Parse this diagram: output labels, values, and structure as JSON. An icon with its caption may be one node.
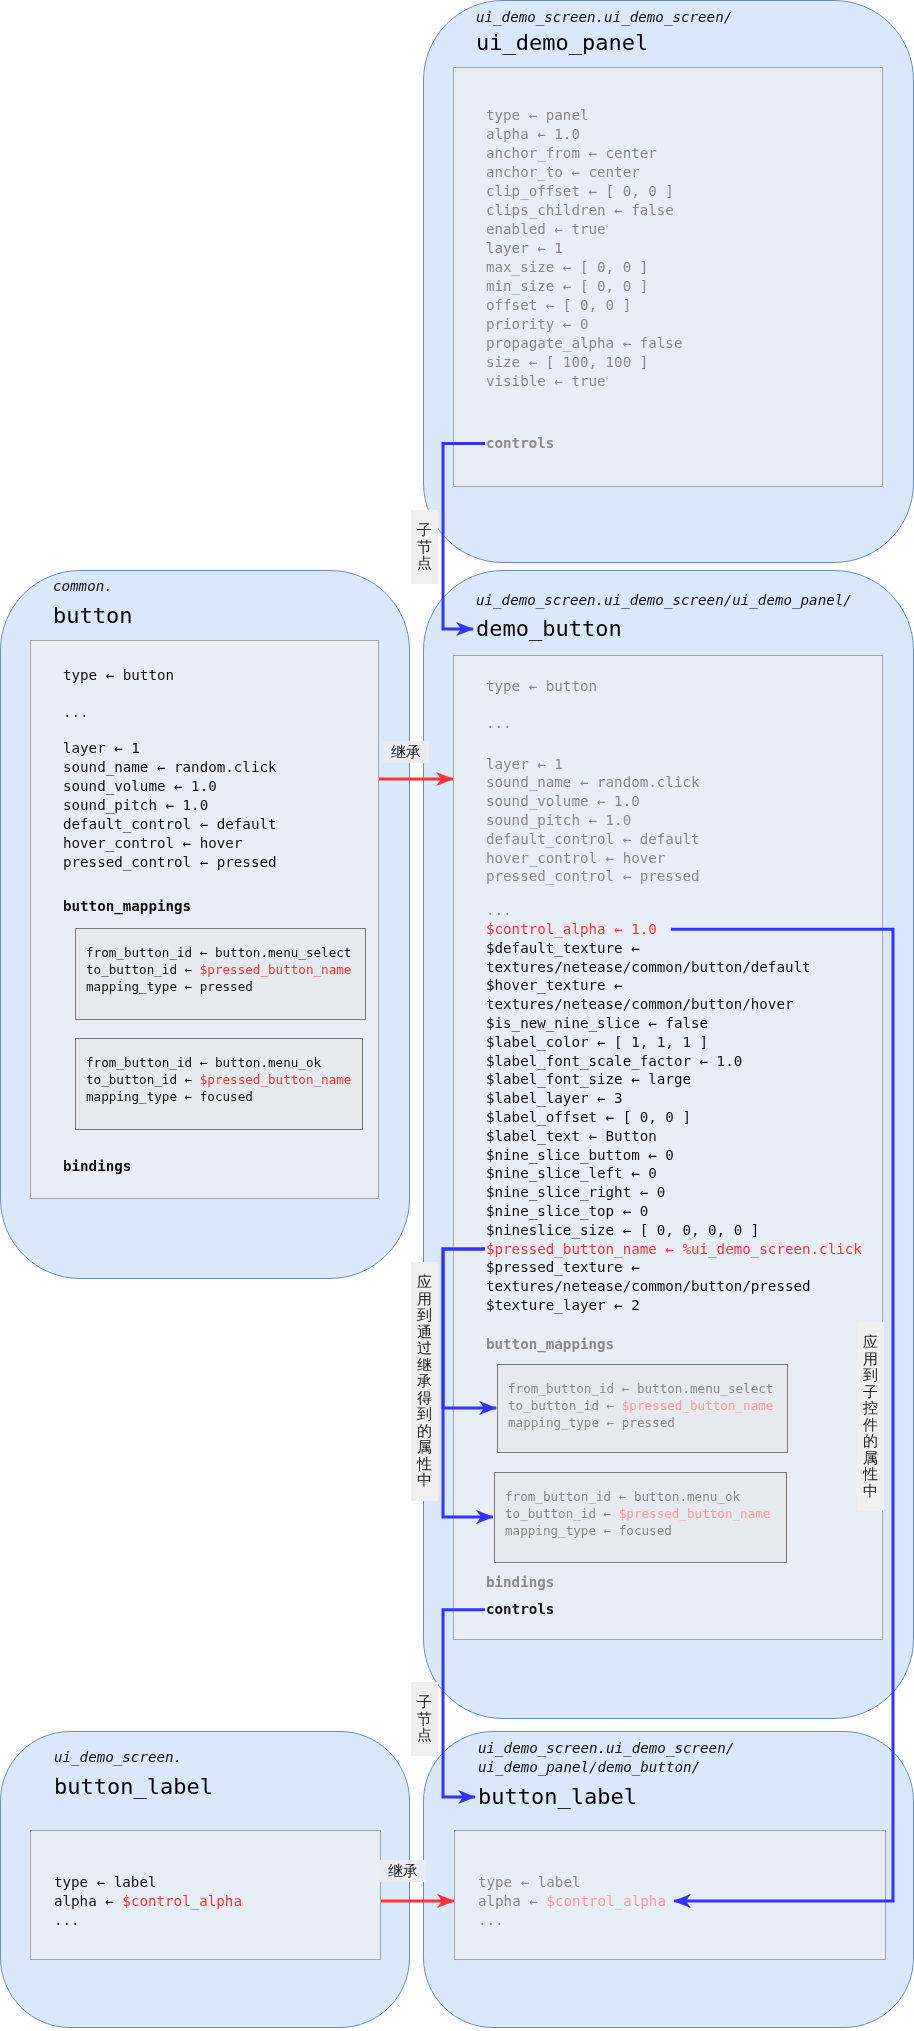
{
  "diagram": {
    "nodes": [
      {
        "text": [
          "ui_demo_screen.ui_demo_screen/",
          "ui_demo_panel"
        ]
      },
      {
        "text": [
          "type ← panel",
          "alpha ← 1.0",
          "anchor_from ← center",
          "anchor_to ← center",
          "clip_offset ← [ 0, 0 ]",
          "clips_children ← false",
          "enabled ← true",
          "layer ← 1",
          "max_size ← [ 0, 0 ]",
          "min_size ← [ 0, 0 ]",
          "offset ← [ 0, 0 ]",
          "priority ← 0",
          "propagate_alpha ← false",
          "size ← [ 100, 100 ]",
          "visible ← true"
        ],
        "in": 0
      },
      {
        "text": [
          "controls"
        ],
        "in": 1
      },
      {
        "text": [
          "common.",
          "button"
        ]
      },
      {
        "text": [
          "type ← button",
          "...",
          "layer ← 1",
          "sound_name ← random.click",
          "sound_volume ← 1.0",
          "sound_pitch ← 1.0",
          "default_control ← default",
          "hover_control ← hover",
          "pressed_control ← pressed",
          "button_mappings",
          "bindings"
        ],
        "in": 3
      },
      {
        "text": [
          "from_button_id ← button.menu_select",
          "to_button_id ←",
          "$pressed_button_name",
          "mapping_type ← pressed"
        ],
        "in": 4
      },
      {
        "text": [
          "from_button_id ← button.menu_ok",
          "to_button_id ←",
          "$pressed_button_name",
          "mapping_type ← focused"
        ],
        "in": 4
      },
      {
        "text": [
          "ui_demo_screen.ui_demo_screen/ui_demo_panel/",
          "demo_button"
        ]
      },
      {
        "text": [
          "type ← button",
          "...",
          "layer ← 1",
          "sound_name ← random.click",
          "sound_volume ← 1.0",
          "sound_pitch ← 1.0",
          "default_control ← default",
          "hover_control ← hover",
          "pressed_control ← pressed",
          "...",
          "$default_texture ← textures/netease/common/button/default",
          "$hover_texture ← textures/netease/common/button/hover",
          "$is_new_nine_slice ← false",
          "$label_color ← [ 1, 1, 1 ]",
          "$label_font_scale_factor ← 1.0",
          "$label_font_size ← large",
          "$label_layer ← 3",
          "$label_offset ← [ 0, 0 ]",
          "$label_text ← Button",
          "$nine_slice_buttom ← 0",
          "$nine_slice_left ← 0",
          "$nine_slice_right ← 0",
          "$nine_slice_top ← 0",
          "$nineslice_size ← [ 0, 0, 0, 0 ]",
          "$pressed_texture ← textures/netease/common/button/pressed",
          "$texture_layer ← 2",
          "button_mappings",
          "bindings"
        ],
        "in": 7
      },
      {
        "text": [
          "$control_alpha ← 1.0"
        ],
        "in": 8
      },
      {
        "text": [
          "$pressed_button_name ← %ui_demo_screen.click"
        ],
        "in": 8
      },
      {
        "text": [
          "from_button_id ← button.menu_select",
          "to_button_id ←",
          "$pressed_button_name",
          "mapping_type ← pressed"
        ],
        "in": 8
      },
      {
        "text": [
          "from_button_id ← button.menu_ok",
          "to_button_id ←",
          "$pressed_button_name",
          "mapping_type ← focused"
        ],
        "in": 8
      },
      {
        "text": [
          "controls"
        ],
        "in": 8
      },
      {
        "text": [
          "ui_demo_screen.",
          "button_label"
        ]
      },
      {
        "text": [
          "type ← label",
          "alpha ←",
          "$control_alpha",
          "..."
        ],
        "in": 14
      },
      {
        "text": [
          "ui_demo_screen.ui_demo_screen/ ui_demo_panel/demo_button/",
          "button_label"
        ]
      },
      {
        "text": [
          "type ← label",
          "alpha ←",
          "$control_alpha",
          "..."
        ],
        "in": 16
      }
    ],
    "edges": [
      {
        "from": 2,
        "to": 7,
        "arrow": "to",
        "label": "子节点"
      },
      {
        "from": 4,
        "to": 8,
        "arrow": "to",
        "label": "继承",
        "color": "#ff3333"
      },
      {
        "from": 10,
        "to": 11,
        "arrow": "to",
        "label": "应用到通过继承得到的属性中"
      },
      {
        "from": 10,
        "to": 12,
        "arrow": "to"
      },
      {
        "from": 9,
        "to": 17,
        "arrow": "to",
        "label": "应用到子控件的属性中"
      },
      {
        "from": 13,
        "to": 16,
        "arrow": "to",
        "label": "子节点"
      },
      {
        "from": 15,
        "to": 17,
        "arrow": "to",
        "label": "继承",
        "color": "#ff3333"
      }
    ]
  }
}
